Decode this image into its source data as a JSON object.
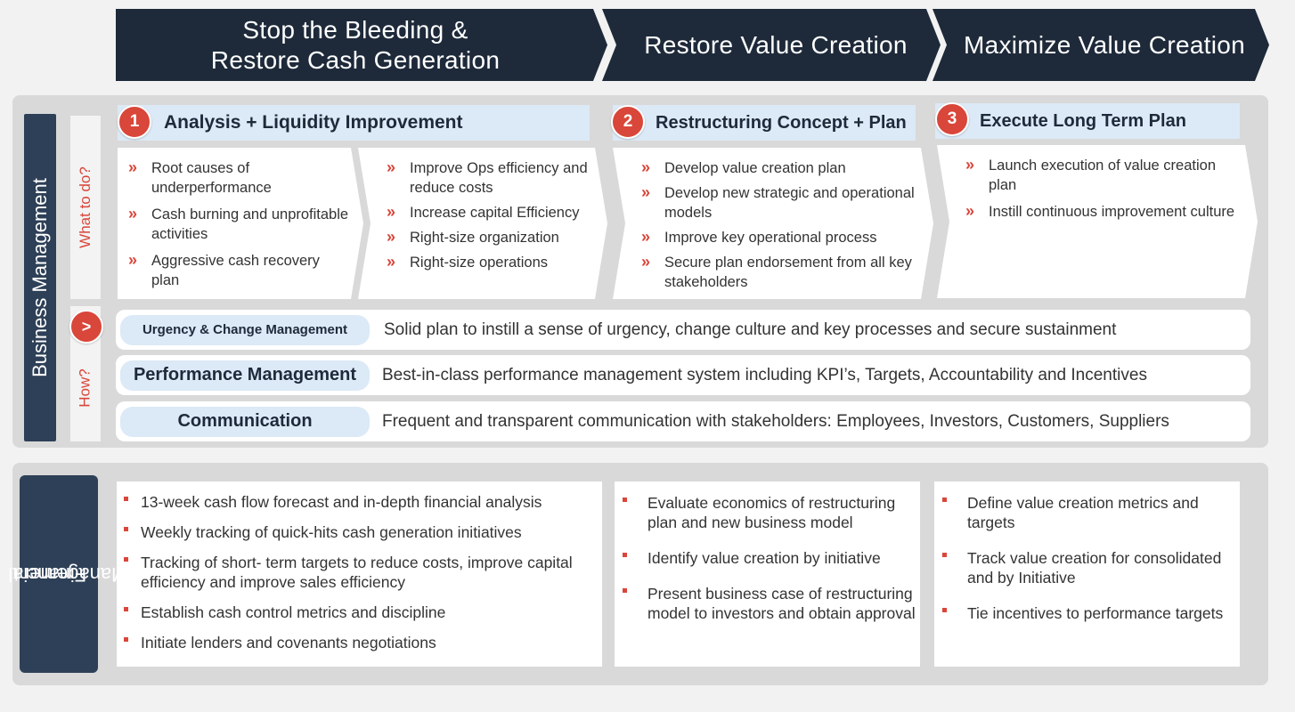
{
  "phases": [
    {
      "label_line1": "Stop the Bleeding &",
      "label_line2": "Restore Cash Generation"
    },
    {
      "label_line1": "Restore Value Creation"
    },
    {
      "label_line1": "Maximize Value Creation"
    }
  ],
  "business_management": {
    "label": "Business Management",
    "what_label": "What to do?",
    "how_label": "How?",
    "how_badge": ">",
    "steps": [
      {
        "number": "1",
        "title": "Analysis +  Liquidity Improvement"
      },
      {
        "number": "2",
        "title": "Restructuring Concept + Plan"
      },
      {
        "number": "3",
        "title": "Execute Long Term Plan"
      }
    ],
    "bullet_glyph": "»",
    "cards": [
      {
        "items": [
          "Root causes of underperformance",
          "Cash burning and unprofitable activities",
          "Aggressive cash recovery plan"
        ]
      },
      {
        "items": [
          "Improve Ops efficiency and reduce costs",
          "Increase capital Efficiency",
          "Right-size organization",
          "Right-size operations"
        ]
      },
      {
        "items": [
          "Develop value creation plan",
          "Develop new strategic and operational models",
          "Improve key operational process",
          "Secure plan endorsement from all key stakeholders"
        ]
      },
      {
        "items": [
          "Launch execution of value creation plan",
          "Instill continuous improvement culture"
        ]
      }
    ],
    "how_rows": [
      {
        "label": "Urgency & Change Management",
        "description": "Solid plan to instill a sense of urgency, change culture and key processes and secure sustainment"
      },
      {
        "label": "Performance Management",
        "description": "Best-in-class performance management system including KPI’s, Targets, Accountability and Incentives"
      },
      {
        "label": "Communication",
        "description": "Frequent and transparent communication with stakeholders: Employees, Investors, Customers, Suppliers"
      }
    ]
  },
  "financial_management": {
    "label_line1": "Financial",
    "label_line2": "Management",
    "cards": [
      {
        "items": [
          "13-week cash flow forecast and in-depth financial analysis",
          "Weekly tracking of quick-hits cash generation initiatives",
          "Tracking of short- term targets to reduce costs, improve capital efficiency and improve sales efficiency",
          "Establish cash control metrics and discipline",
          "Initiate lenders and covenants negotiations"
        ]
      },
      {
        "items": [
          "Evaluate economics of restructuring plan and new business model",
          "Identify value creation by initiative",
          "Present business case of restructuring model to investors and obtain approval"
        ]
      },
      {
        "items": [
          "Define value creation metrics and targets",
          "Track value creation for consolidated and by Initiative",
          "Tie incentives to performance targets"
        ]
      }
    ]
  },
  "colors": {
    "navy": "#1e2a3a",
    "accent_red": "#d9463a",
    "light_blue": "#dce9f6",
    "panel_gray": "#d9d9d9"
  }
}
